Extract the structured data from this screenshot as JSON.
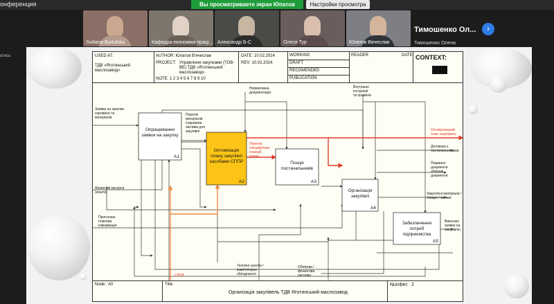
{
  "app_title": "онференция",
  "banner": {
    "text": "Вы просматриваете экран Юпатов Вячеслав",
    "settings": "Настройки просмотра"
  },
  "participants": [
    {
      "name": "Svitlana Burlutska",
      "bg": "#8a6f66"
    },
    {
      "name": "Кафедра економіки праці...",
      "bg": "#7d766c"
    },
    {
      "name": "Александр Б-С",
      "bg": "#4a4a46"
    },
    {
      "name": "Олеся Тур",
      "bg": "#6a5e5c"
    },
    {
      "name": "Юпатов Вячеслав",
      "bg": "#7d7f84"
    }
  ],
  "active_speaker": {
    "name": "Тимошенко Ол...",
    "subtitle": "Тимошенко Олена"
  },
  "left_hint": "атись",
  "header": {
    "used_at": "USED AT:",
    "used_at_value": "ТДВ «Яготинський маслозавод»",
    "author": "AUTHOR: Юпатов В'ячеслав",
    "project": "PROJECT:",
    "project_value": "Управління закупками (ТОВ-ВЕ) ТДВ «Яготинський маслозавод»",
    "date": "DATE: 10.02.2024",
    "rev": "REV: 10.02.2024",
    "notes": "NOTE: 1 2 3 4 5 6 7 8 9 10",
    "status": [
      "WORKING",
      "DRAFT",
      "RECOMENDED",
      "PUBLICATION"
    ],
    "reader": "READER",
    "reader_date": "DATE",
    "context": "CONTEXT:"
  },
  "boxes": [
    {
      "id": "A1",
      "label": [
        "Опрацювання",
        "заявок на закупку"
      ]
    },
    {
      "id": "A2",
      "label": [
        "Оптимізація",
        "плану закупівлі",
        "засобами СППР"
      ]
    },
    {
      "id": "A3",
      "label": [
        "Пошук",
        "постачальників"
      ]
    },
    {
      "id": "A4",
      "label": [
        "Організація",
        "закупівлі"
      ]
    },
    {
      "id": "A5",
      "label": [
        "Забезпечення",
        "потреб",
        "підприємства"
      ]
    }
  ],
  "inputs": [
    [
      "Заявки на закупки",
      "сировини та",
      "матеріалів"
    ],
    [
      "Фінансові ресурси",
      "(кошти)"
    ],
    [
      "Прогнозна",
      "планова",
      "інформація"
    ]
  ],
  "controls": [
    [
      "Нормативна",
      "документація"
    ],
    [
      "Внутрішні",
      "інструкції",
      "та правила"
    ]
  ],
  "mechanisms": {
    "sppr": "СППР",
    "tech": [
      "Технічні засоби /",
      "комп'ютерне",
      "обладнання"
    ],
    "account": [
      "Облікова /",
      "фінансова",
      "система"
    ]
  },
  "outputs": {
    "optimized": [
      "Оптимізований",
      "план закупівель"
    ],
    "contracts": [
      "Договори з",
      "постачальниками"
    ],
    "primary_docs": [
      "Первинні",
      "документи",
      "облікові",
      "документи"
    ],
    "purchased": [
      "Закуплені матеріали /",
      "товари / активи"
    ],
    "fulfilled": [
      "Виконані",
      "заявки на",
      "закупівлю"
    ]
  },
  "arrow_labels": {
    "a1_out": [
      "Перелік",
      "матеріалів",
      "/сировини",
      "/активів для",
      "закупівлі"
    ],
    "a2_out": [
      "Перелік",
      "специфічних",
      "позицій",
      "плану"
    ]
  },
  "footer": {
    "node": "Node:",
    "node_value": "A0",
    "title": "Title:",
    "title_value": "Організація закупівель ТДВ Яготинський маслозавод",
    "number": "Number:",
    "number_value": "2"
  },
  "colors": {
    "accent_red": "#e23a2a",
    "accent_orange": "#f28a3c",
    "box_highlight": "#fbc417",
    "share_green": "#1f9d3a"
  }
}
